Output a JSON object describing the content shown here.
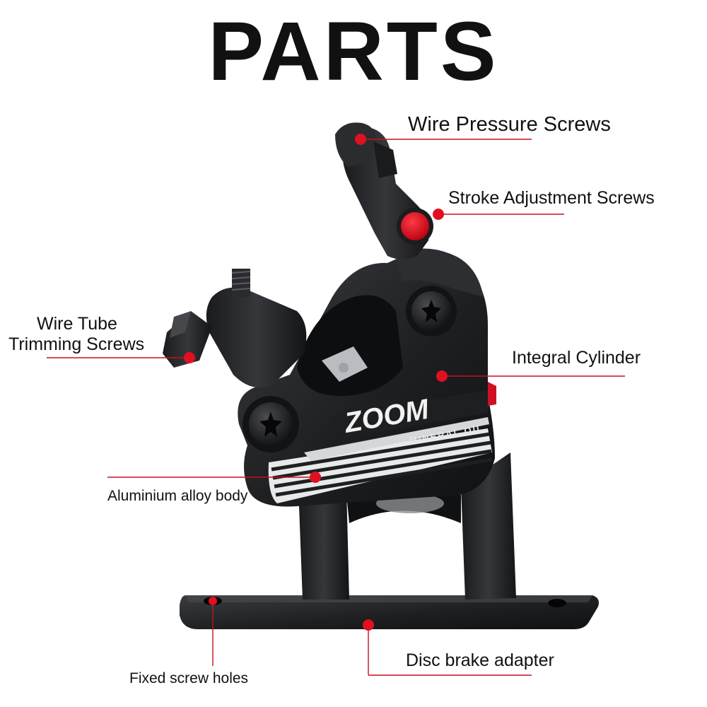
{
  "title": "PARTS",
  "labels": {
    "wire_pressure_screws": "Wire Pressure Screws",
    "stroke_adjustment_screws": "Stroke Adjustment Screws",
    "wire_tube_trimming_line1": "Wire Tube",
    "wire_tube_trimming_line2": "Trimming Screws",
    "integral_cylinder": "Integral Cylinder",
    "aluminium_alloy_body": "Aluminium alloy body",
    "fixed_screw_holes": "Fixed screw holes",
    "disc_brake_adapter": "Disc brake adapter"
  },
  "product": {
    "brand_logo": "ZOOM",
    "body_print": "MINERAL OIL"
  },
  "colors": {
    "background": "#ffffff",
    "caliper": "#1e1f21",
    "caliper_highlight": "#3a3c40",
    "marker": "#e01020",
    "leader_line": "#c8101c",
    "text": "#111111"
  },
  "icons": {
    "marker": "red-dot-icon"
  }
}
